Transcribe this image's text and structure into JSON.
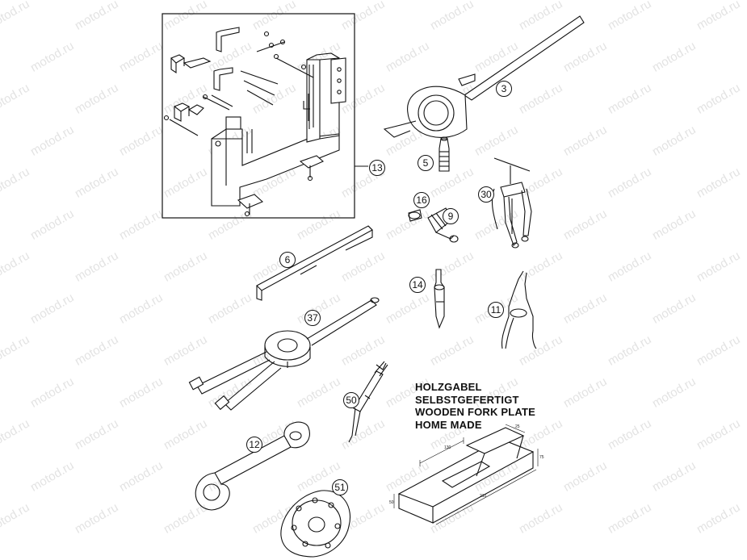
{
  "watermark": "motod.ru",
  "callouts": {
    "c3": "3",
    "c5": "5",
    "c6": "6",
    "c9": "9",
    "c11": "11",
    "c12": "12",
    "c13": "13",
    "c14": "14",
    "c16": "16",
    "c30": "30",
    "c37": "37",
    "c50": "50",
    "c51": "51"
  },
  "note": {
    "line1": "HOLZGABEL",
    "line2": "SELBSTGEFERTIGT",
    "line3": "WOODEN FORK PLATE",
    "line4": "HOME MADE"
  },
  "dimensions": {
    "d1": "130",
    "d2": "25",
    "d3": "75",
    "d4": "210",
    "d5": "50"
  }
}
